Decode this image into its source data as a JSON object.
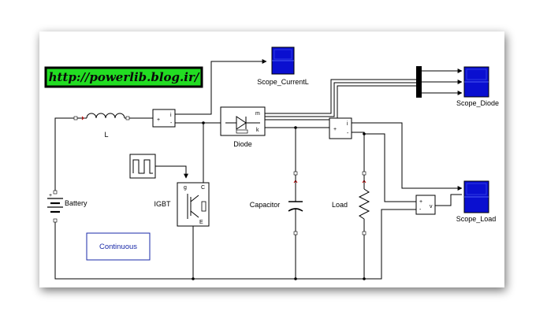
{
  "banner": {
    "text": "http://powerlib.blog.ir/"
  },
  "powergui": {
    "label": "Continuous"
  },
  "blocks": {
    "scope_current": "Scope_CurrentL",
    "scope_diode": "Scope_Diode",
    "scope_load": "Scope_Load",
    "inductor": "L",
    "diode": "Diode",
    "igbt": "IGBT",
    "battery": "Battery",
    "capacitor": "Capacitor",
    "load": "Load"
  },
  "ports": {
    "diode_m": "m",
    "diode_k": "k",
    "igbt_g": "g",
    "igbt_c": "C",
    "igbt_e": "E",
    "current_i": "i",
    "voltage_v": "v",
    "plus": "+",
    "minus": "-"
  },
  "colors": {
    "scope_fill": "#0a0fd0",
    "banner_fill": "#22dd22",
    "port_red": "#cc0000"
  }
}
